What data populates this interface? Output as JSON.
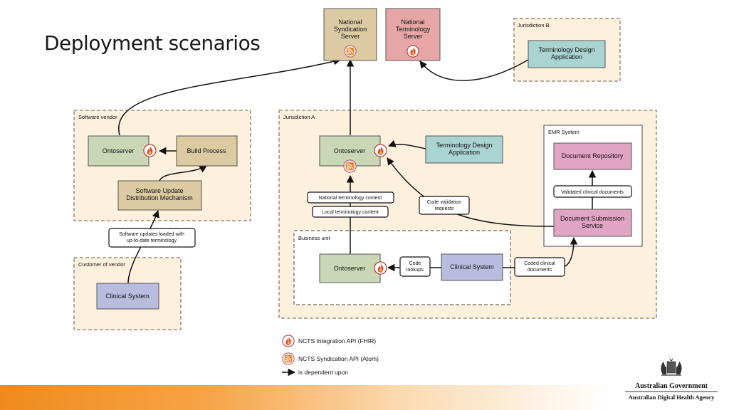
{
  "title": "Deployment scenarios",
  "colors": {
    "tan": "#dccaa3",
    "pink_server": "#e7a6a6",
    "teal": "#a9d4d2",
    "lavender": "#b8bde0",
    "green": "#c9d7b6",
    "magenta": "#e2a4c5",
    "group_fill": "#fdf1dd",
    "fhir_icon": "#e8452c",
    "atom_icon": "#f0822a"
  },
  "groups": {
    "software_vendor": "Software vendor",
    "customer_of_vendor": "Customer of vendor",
    "jurisdiction_a": "Jurisdiction A",
    "jurisdiction_b": "Jurisdiction B",
    "business_unit": "Business unit",
    "emr_system": "EMR System"
  },
  "nodes": {
    "national_syndication_server": [
      "National",
      "Syndication",
      "Server"
    ],
    "national_terminology_server": [
      "National",
      "Terminology",
      "Server"
    ],
    "terminology_design_app_b": [
      "Terminology Design",
      "Application"
    ],
    "vendor_ontoserver": "Ontoserver",
    "build_process": "Build Process",
    "software_update_distribution": [
      "Software Update",
      "Distribution Mechanism"
    ],
    "customer_clinical_system": "Clinical System",
    "jur_a_ontoserver": "Ontoserver",
    "terminology_design_app_a": [
      "Terminology Design",
      "Application"
    ],
    "business_unit_ontoserver": "Ontoserver",
    "business_unit_clinical_system": "Clinical System",
    "document_repository": "Document Repository",
    "document_submission_service": [
      "Document Submission",
      "Service"
    ]
  },
  "labels": {
    "software_updates_loaded": [
      "Software updates loaded with",
      "up-to-date terminology"
    ],
    "national_terminology_content": "National terminology content",
    "local_terminology_content": "Local terminology content",
    "code_validation_requests": [
      "Code validation",
      "requests"
    ],
    "validated_clinical_documents": "Validated clinical documents",
    "code_lookups": [
      "Code",
      "lookups"
    ],
    "coded_clinical_documents": [
      "Coded clinical",
      "documents"
    ]
  },
  "legend": {
    "fhir": "NCTS Integration API (FHIR)",
    "atom": "NCTS Syndication API (Atom)",
    "dependent": "is dependent upon"
  },
  "branding": {
    "government": "Australian Government",
    "agency": "Australian Digital Health Agency"
  }
}
